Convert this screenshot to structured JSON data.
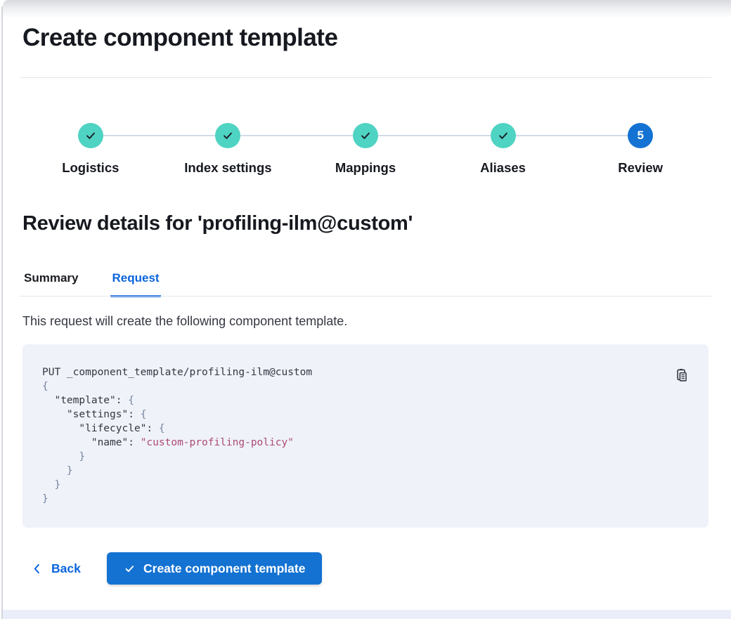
{
  "header": {
    "title": "Create component template"
  },
  "stepper": {
    "steps": [
      {
        "label": "Logistics",
        "status": "complete"
      },
      {
        "label": "Index settings",
        "status": "complete"
      },
      {
        "label": "Mappings",
        "status": "complete"
      },
      {
        "label": "Aliases",
        "status": "complete"
      },
      {
        "label": "Review",
        "status": "current",
        "number": "5"
      }
    ]
  },
  "review": {
    "heading": "Review details for 'profiling-ilm@custom'",
    "tabs": [
      {
        "label": "Summary",
        "active": false
      },
      {
        "label": "Request",
        "active": true
      }
    ],
    "description": "This request will create the following component template."
  },
  "code_block": {
    "copy_icon": "copy-clipboard-icon",
    "lines": [
      [
        {
          "t": "PUT _component_template/profiling-ilm@custom",
          "c": "plain"
        }
      ],
      [
        {
          "t": "{",
          "c": "punct"
        }
      ],
      [
        {
          "t": "  \"template\"",
          "c": "key"
        },
        {
          "t": ": ",
          "c": "plain"
        },
        {
          "t": "{",
          "c": "punct"
        }
      ],
      [
        {
          "t": "    \"settings\"",
          "c": "key"
        },
        {
          "t": ": ",
          "c": "plain"
        },
        {
          "t": "{",
          "c": "punct"
        }
      ],
      [
        {
          "t": "      \"lifecycle\"",
          "c": "key"
        },
        {
          "t": ": ",
          "c": "plain"
        },
        {
          "t": "{",
          "c": "punct"
        }
      ],
      [
        {
          "t": "        \"name\"",
          "c": "key"
        },
        {
          "t": ": ",
          "c": "plain"
        },
        {
          "t": "\"custom-profiling-policy\"",
          "c": "string"
        }
      ],
      [
        {
          "t": "      }",
          "c": "punct"
        }
      ],
      [
        {
          "t": "    }",
          "c": "punct"
        }
      ],
      [
        {
          "t": "  }",
          "c": "punct"
        }
      ],
      [
        {
          "t": "}",
          "c": "punct"
        }
      ]
    ]
  },
  "footer": {
    "back_label": "Back",
    "submit_label": "Create component template"
  },
  "colors": {
    "primary_button": "#1372d2",
    "link_blue": "#0b64dd",
    "step_complete_teal": "#4fd3c2",
    "code_background": "#eff2f9",
    "code_string": "#ac4a77",
    "heading_text": "#16191f",
    "body_text": "#343741"
  }
}
